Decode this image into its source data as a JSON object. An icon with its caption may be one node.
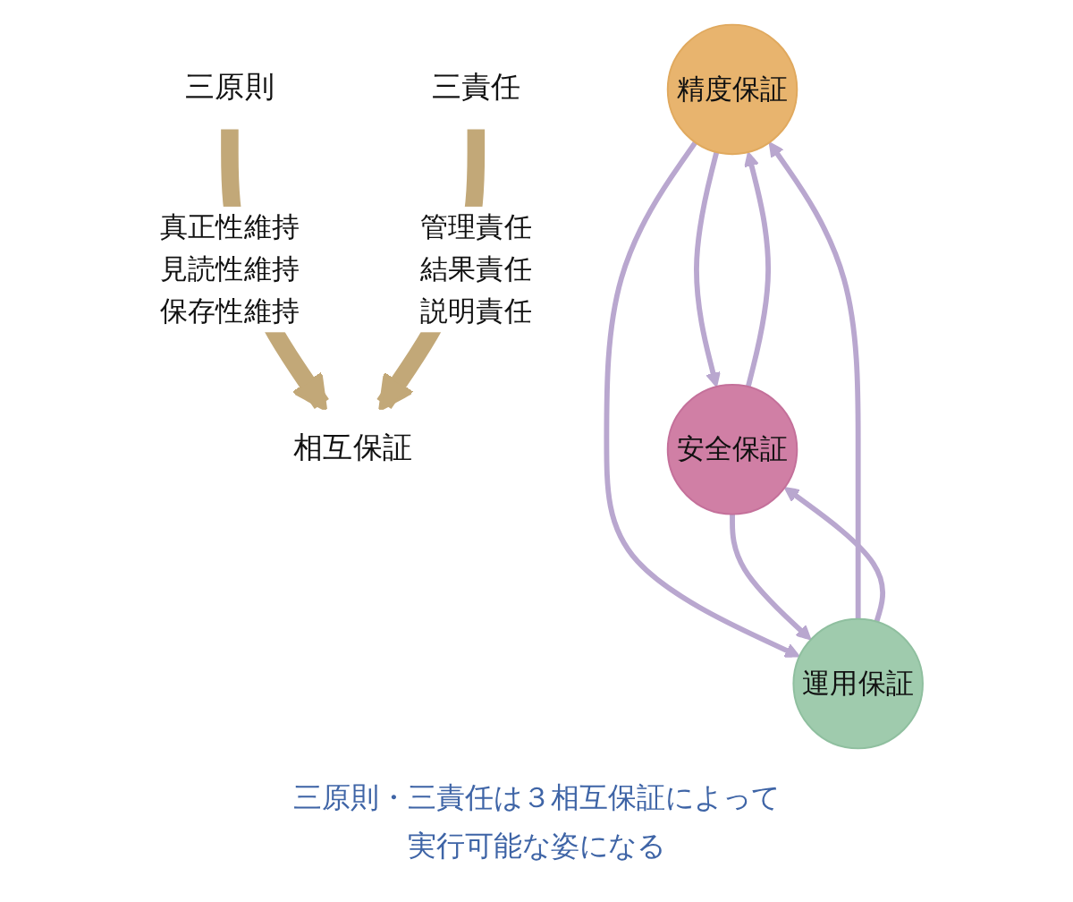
{
  "diagram": {
    "caption": "三原則・三責任は３相互保証によって実行可能な姿になる",
    "nodes": [
      {
        "text": [
          "三原則"
        ]
      },
      {
        "text": [
          "相互保証"
        ]
      },
      {
        "text": [
          "三責任"
        ]
      },
      {
        "text": [
          "精度保証"
        ]
      },
      {
        "text": [
          "安全保証"
        ]
      },
      {
        "text": [
          "運用保証"
        ]
      }
    ],
    "edges": [
      {
        "from": 0,
        "to": 1,
        "arrow": "to",
        "label": "真正性維持見読性維持保存性維持",
        "style": "thick",
        "color": "#c2a878"
      },
      {
        "from": 2,
        "to": 1,
        "arrow": "to",
        "label": "管理責任結果責任説明責任",
        "style": "thick",
        "color": "#c2a878"
      },
      {
        "from": 3,
        "to": 4,
        "arrow": "to"
      },
      {
        "from": 4,
        "to": 3,
        "arrow": "to"
      },
      {
        "from": 5,
        "to": 3,
        "arrow": "to"
      },
      {
        "from": 3,
        "to": 5,
        "arrow": "to"
      },
      {
        "from": 4,
        "to": 5,
        "arrow": "to"
      },
      {
        "from": 5,
        "to": 4,
        "arrow": "to"
      }
    ]
  }
}
